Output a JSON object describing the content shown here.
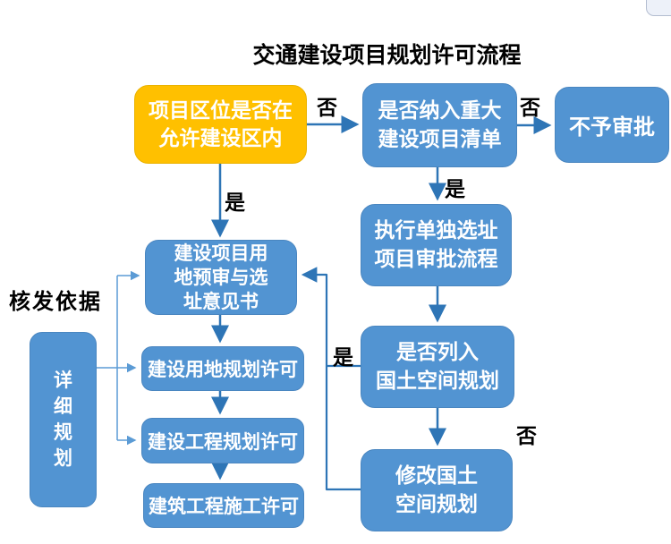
{
  "title": "交通建设项目规划许可流程",
  "side_label": "核发依据",
  "colors": {
    "decision_box_fill": "#FFC000",
    "process_box_fill": "#5294D2",
    "process_box_border": "#4A86C0",
    "arrow_main": "#2E75B6",
    "connector_thin": "#5B9BD5",
    "box_text": "#FFFFFF",
    "label_text": "#000000",
    "background": "#FFFFFF"
  },
  "nodes": {
    "start": {
      "lines": [
        "项目区位是否在",
        "允许建设区内"
      ]
    },
    "major_list": {
      "lines": [
        "是否纳入重大",
        "建设项目清单"
      ]
    },
    "no_approval": {
      "lines": [
        "不予审批"
      ]
    },
    "standalone": {
      "lines": [
        "执行单独选址",
        "项目审批流程"
      ]
    },
    "pre_review": {
      "lines": [
        "建设项目用",
        "地预审与选",
        "址意见书"
      ]
    },
    "land_permit": {
      "lines": [
        "建设用地规划许可"
      ]
    },
    "eng_permit": {
      "lines": [
        "建设工程规划许可"
      ]
    },
    "constr_permit": {
      "lines": [
        "建筑工程施工许可"
      ]
    },
    "detailed_plan": {
      "lines": [
        "详",
        "细",
        "规",
        "划"
      ]
    },
    "listed": {
      "lines": [
        "是否列入",
        "国土空间规划"
      ]
    },
    "modify": {
      "lines": [
        "修改国土",
        "空间规划"
      ]
    }
  },
  "edge_labels": {
    "no_1": "否",
    "yes_1": "是",
    "no_2": "否",
    "yes_2": "是",
    "yes_3": "是",
    "no_3": "否"
  }
}
